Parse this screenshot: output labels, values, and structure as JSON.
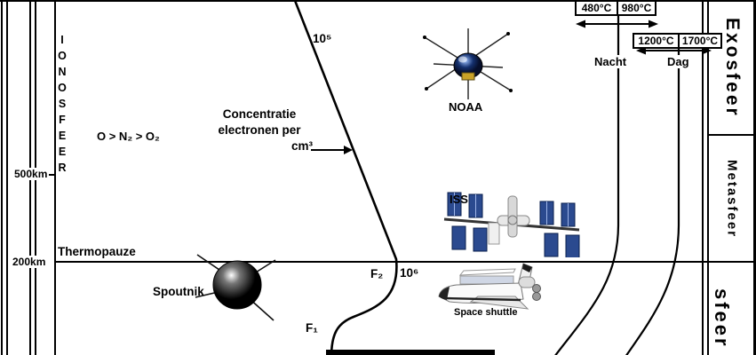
{
  "left_axis": {
    "layer_label": "IONOSFEER",
    "alt_upper": "500km",
    "alt_lower": "200km"
  },
  "chemistry": {
    "composition": "O > N₂ > O₂"
  },
  "electron_curve": {
    "caption_line1": "Concentratie",
    "caption_line2": "electronen per",
    "caption_line3": "cm³",
    "label_1e5": "10⁵",
    "label_1e6": "10⁶",
    "label_f2": "F₂",
    "label_f1": "F₁"
  },
  "thermopauze_label": "Thermopauze",
  "temperature_scale": {
    "night_min": "480°C",
    "night_max": "980°C",
    "day_min": "1200°C",
    "day_max": "1700°C",
    "night_label": "Nacht",
    "day_label": "Dag"
  },
  "spheres": {
    "exosfeer": "Exosfeer",
    "metasfeer": "Metasfeer",
    "thermosfeer_partial": "sfeer"
  },
  "satellites": {
    "noaa": "NOAA",
    "iss": "ISS",
    "spoutnik": "Spoutnik",
    "shuttle": "Space shuttle"
  },
  "colors": {
    "ink": "#000000",
    "solar_panel_blue": "#2b4a8f",
    "satellite_navy": "#14306e"
  }
}
